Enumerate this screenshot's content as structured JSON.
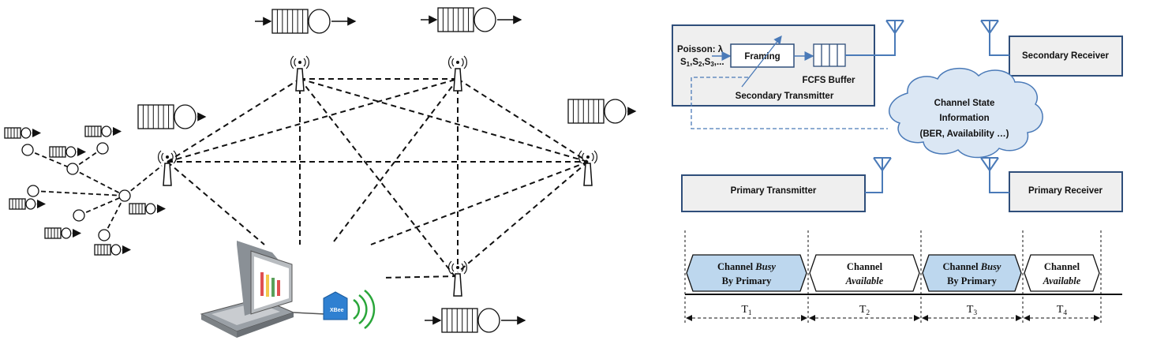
{
  "network": {
    "nodes": [
      {
        "id": "n-left"
      },
      {
        "id": "n-top-center"
      },
      {
        "id": "n-top-right"
      },
      {
        "id": "n-right"
      },
      {
        "id": "n-bottom"
      }
    ]
  },
  "system": {
    "secondary_tx": {
      "input_label": "Poisson: λ",
      "s_label_1": "S",
      "s_label_2": "S",
      "s_label_3": "S",
      "s_sub_1": "1",
      "s_sub_2": "2",
      "s_sub_3": "3",
      "s_tail": ",...",
      "framing": "Framing",
      "buffer": "FCFS Buffer",
      "title": "Secondary Transmitter"
    },
    "secondary_rx": "Secondary Receiver",
    "primary_tx": "Primary Transmitter",
    "primary_rx": "Primary Receiver",
    "csi": {
      "line1": "Channel State",
      "line2": "Information",
      "line3": "(BER, Availability …)"
    }
  },
  "timeline": {
    "slots": [
      {
        "line1": "Channel ",
        "line1_em": "Busy",
        "line2": "By Primary",
        "line2_em": "",
        "state": "busy",
        "period": "T",
        "sub": "1"
      },
      {
        "line1": "Channel",
        "line1_em": "",
        "line2": "",
        "line2_em": "Available",
        "state": "available",
        "period": "T",
        "sub": "2"
      },
      {
        "line1": "Channel ",
        "line1_em": "Busy",
        "line2": "By Primary",
        "line2_em": "",
        "state": "busy",
        "period": "T",
        "sub": "3"
      },
      {
        "line1": "Channel",
        "line1_em": "",
        "line2": "",
        "line2_em": "Available",
        "state": "available",
        "period": "T",
        "sub": "4"
      }
    ]
  },
  "colors": {
    "busy_fill": "#bdd7ee",
    "box_fill": "#efefef",
    "link_blue": "#4a7ab8",
    "cloud_fill": "#dbe7f4"
  }
}
